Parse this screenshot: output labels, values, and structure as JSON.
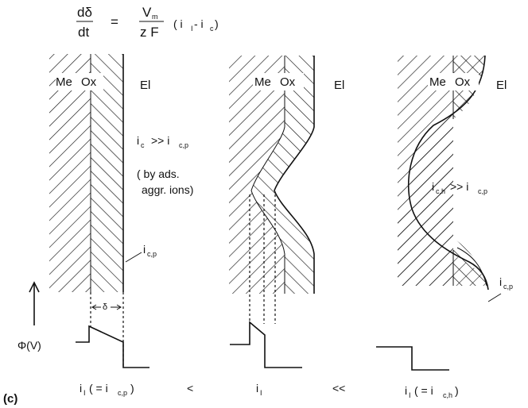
{
  "equation": {
    "lhs_num": "dδ",
    "lhs_den": "dt",
    "eq": "=",
    "rhs_num": "V",
    "rhs_num_sub": "m",
    "rhs_den": "z F",
    "factor_open": "( i",
    "factor_sub1": "I",
    "factor_mid": " - i",
    "factor_sub2": "c",
    "factor_close": ")"
  },
  "panel_a": {
    "me": "Me",
    "ox": "Ox",
    "el": "El",
    "cond_i": "i",
    "cond_sub1": "c",
    "cond_op": ">> i",
    "cond_sub2": "c,p",
    "note_line1": "( by ads.",
    "note_line2": "aggr. ions)",
    "icp_i": "i",
    "icp_sub": "c,p",
    "delta": "δ",
    "bottom_i": "i",
    "bottom_sub1": "I",
    "bottom_mid": "( = i",
    "bottom_sub2": "c,p",
    "bottom_close": ")"
  },
  "panel_b": {
    "me": "Me",
    "ox": "Ox",
    "el": "El",
    "bottom_i": "i",
    "bottom_sub": "I"
  },
  "panel_c": {
    "me": "Me",
    "ox": "Ox",
    "el": "El",
    "cond_i": "i",
    "cond_sub1": "c,h",
    "cond_op": ">> i",
    "cond_sub2": "c,p",
    "icp_i": "i",
    "icp_sub": "c,p",
    "bottom_i": "i",
    "bottom_sub1": "I",
    "bottom_mid": "( = i",
    "bottom_sub2": "c,h",
    "bottom_close": ")"
  },
  "relations": {
    "lt": "<",
    "llt": "<<"
  },
  "axis_label": "Φ(V)",
  "figure_label": "(c)"
}
